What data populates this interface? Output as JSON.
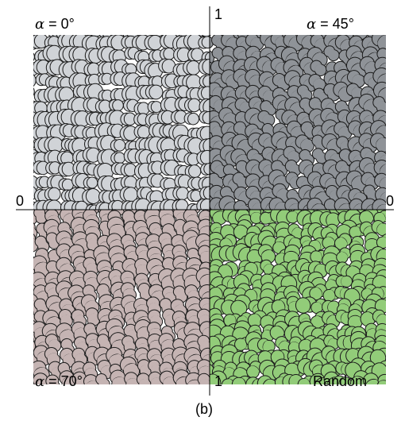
{
  "quadrants": [
    {
      "id": "top-left",
      "label_alpha": "α",
      "label_rest": " = 0°",
      "fill": "#d0d3d7",
      "elongation": 1.1,
      "orientation_deg": 0
    },
    {
      "id": "top-right",
      "label_alpha": "α",
      "label_rest": " = 45°",
      "fill": "#8f9398",
      "elongation": 1.35,
      "orientation_deg": 45
    },
    {
      "id": "bottom-left",
      "label_alpha": "α",
      "label_rest": " = 70°",
      "fill": "#c5b4b3",
      "elongation": 1.35,
      "orientation_deg": 70
    },
    {
      "id": "bottom-right",
      "label": "Random",
      "fill": "#92cc79",
      "elongation": 1.3,
      "orientation_deg": null
    }
  ],
  "axis": {
    "top_tick": "1",
    "bottom_tick": "1",
    "left_tick": "0",
    "right_tick": "0"
  },
  "caption": "(b)",
  "outline_color": "#1a1a1a"
}
